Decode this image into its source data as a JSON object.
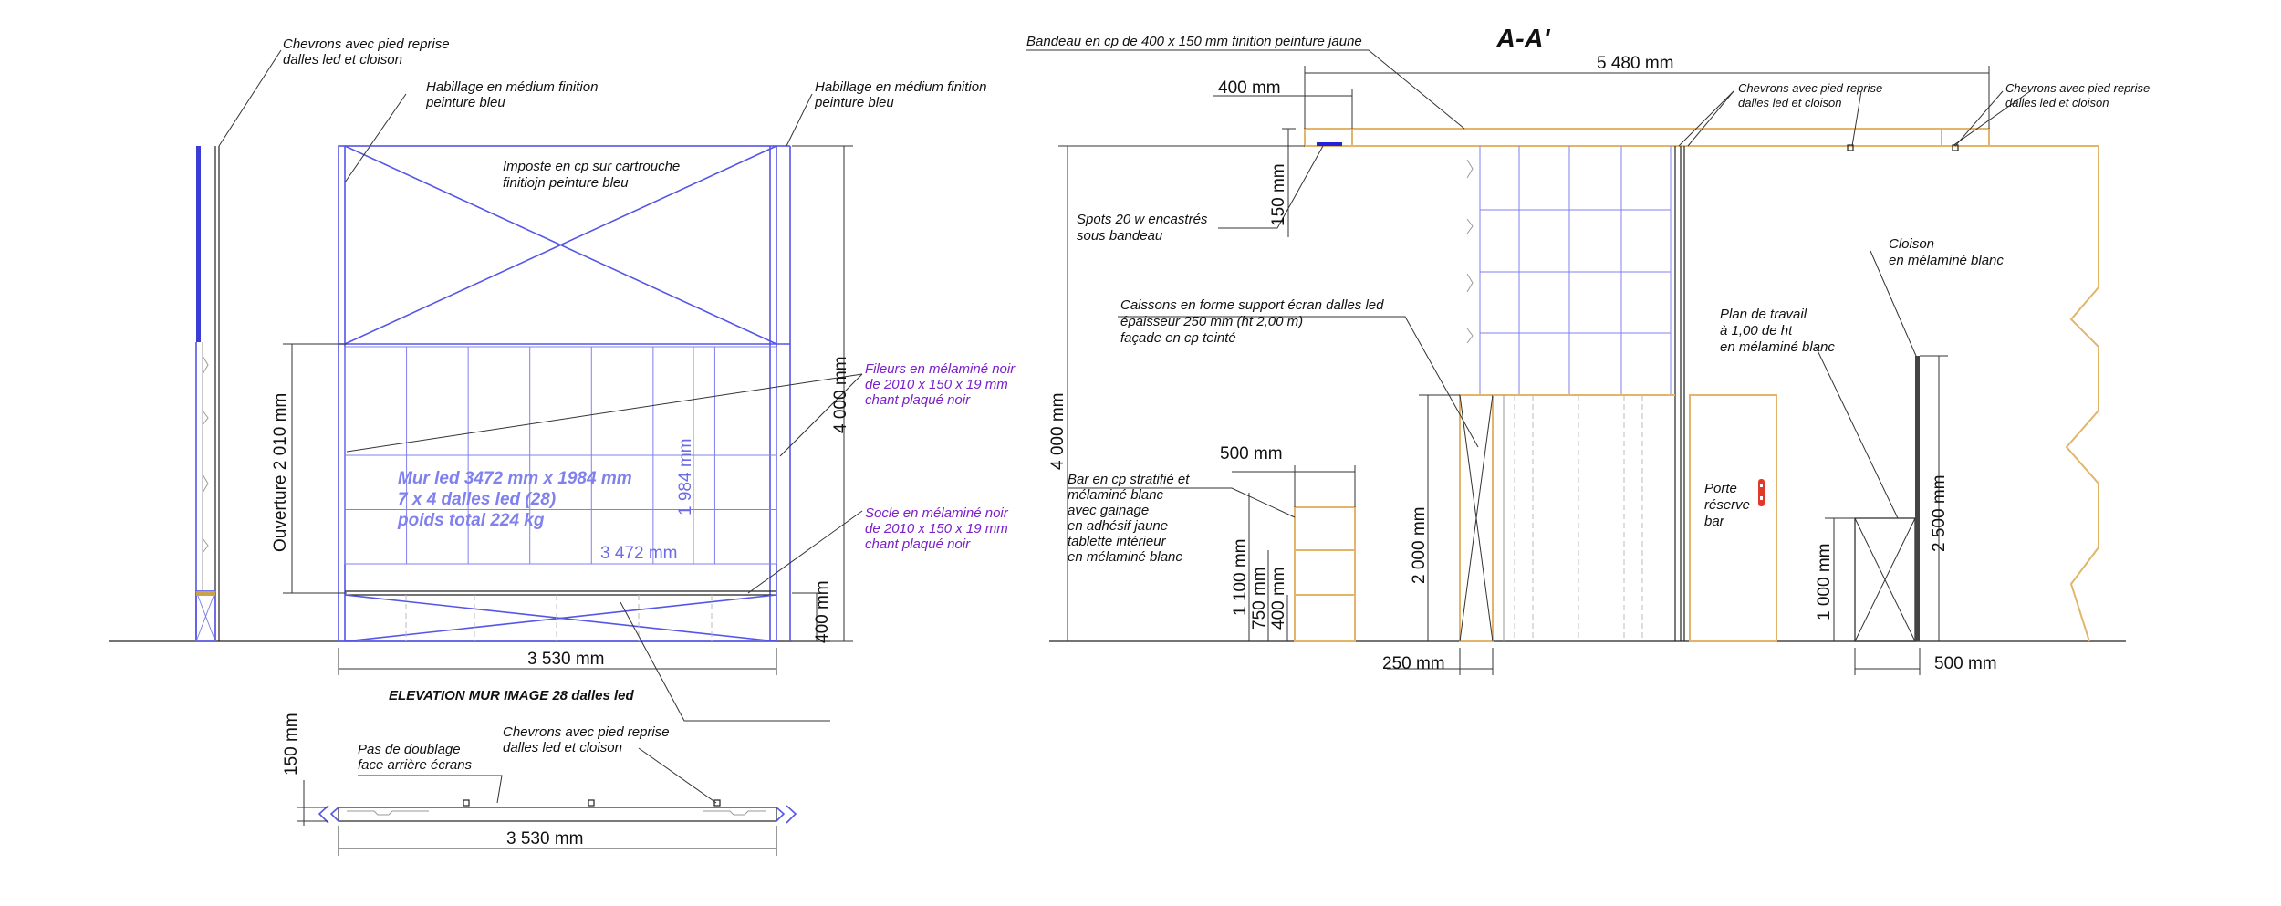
{
  "section_title": "A-A'",
  "elevation_title": "ELEVATION MUR IMAGE 28 dalles led",
  "left_elevation": {
    "note_chevrons": [
      "Chevrons avec pied reprise",
      "dalles led et cloison"
    ],
    "note_habillage_left": [
      "Habillage en médium finition",
      "peinture bleu"
    ],
    "note_habillage_right": [
      "Habillage en médium finition",
      "peinture bleu"
    ],
    "note_imposte": [
      "Imposte en cp sur cartrouche",
      "finitiojn peinture bleu"
    ],
    "note_fileurs": [
      "Fileurs en mélaminé noir",
      "de 2010 x 150 x 19 mm",
      "chant plaqué noir"
    ],
    "note_socle": [
      "Socle en mélaminé noir",
      "de 2010 x 150 x 19 mm",
      "chant plaqué noir"
    ],
    "led_text": [
      "Mur led 3472 mm x 1984 mm",
      "7 x 4 dalles led (28)",
      "poids total 224 kg"
    ],
    "dim_ouverture": "Ouverture  2 010 mm",
    "dim_height_total": "4 000 mm",
    "dim_led_height": "1 984 mm",
    "dim_led_width": "3 472 mm",
    "dim_socle": "400 mm",
    "dim_width": "3 530 mm"
  },
  "plan_view": {
    "note_doublage": [
      "Pas de doublage",
      "face arrière écrans"
    ],
    "note_chevrons": [
      "Chevrons avec pied reprise",
      "dalles led et cloison"
    ],
    "dim_depth": "150 mm",
    "dim_width": "3 530 mm"
  },
  "section": {
    "note_bandeau": "Bandeau en cp de 400 x 150 mm finition peinture jaune",
    "note_spots": [
      "Spots 20 w encastrés",
      "sous bandeau"
    ],
    "note_caissons": [
      "Caissons en forme support écran dalles led",
      "épaisseur 250 mm (ht 2,00 m)",
      "façade en cp teinté"
    ],
    "note_bar": [
      "Bar en cp stratifié et",
      "mélaminé blanc",
      "avec gainage",
      "en adhésif jaune",
      "tablette intérieur",
      "en mélaminé blanc"
    ],
    "note_chevrons_1": [
      "Chevrons avec pied reprise",
      "dalles led et cloison"
    ],
    "note_chevrons_2": [
      "Chevrons avec pied reprise",
      "dalles led et cloison"
    ],
    "note_cloison": [
      "Cloison",
      "en mélaminé blanc"
    ],
    "note_plan_travail": [
      "Plan de travail",
      "à 1,00 de ht",
      "en mélaminé blanc"
    ],
    "door_label": [
      "Porte",
      "réserve",
      "bar"
    ],
    "dim_5480": "5 480 mm",
    "dim_400": "400 mm",
    "dim_150": "150 mm",
    "dim_4000": "4 000 mm",
    "dim_500_top": "500 mm",
    "dim_1100": "1 100 mm",
    "dim_750": "750 mm",
    "dim_400_bar": "400 mm",
    "dim_2000": "2 000 mm",
    "dim_250": "250 mm",
    "dim_1000": "1 000 mm",
    "dim_2500": "2 500 mm",
    "dim_500_bottom": "500 mm"
  }
}
